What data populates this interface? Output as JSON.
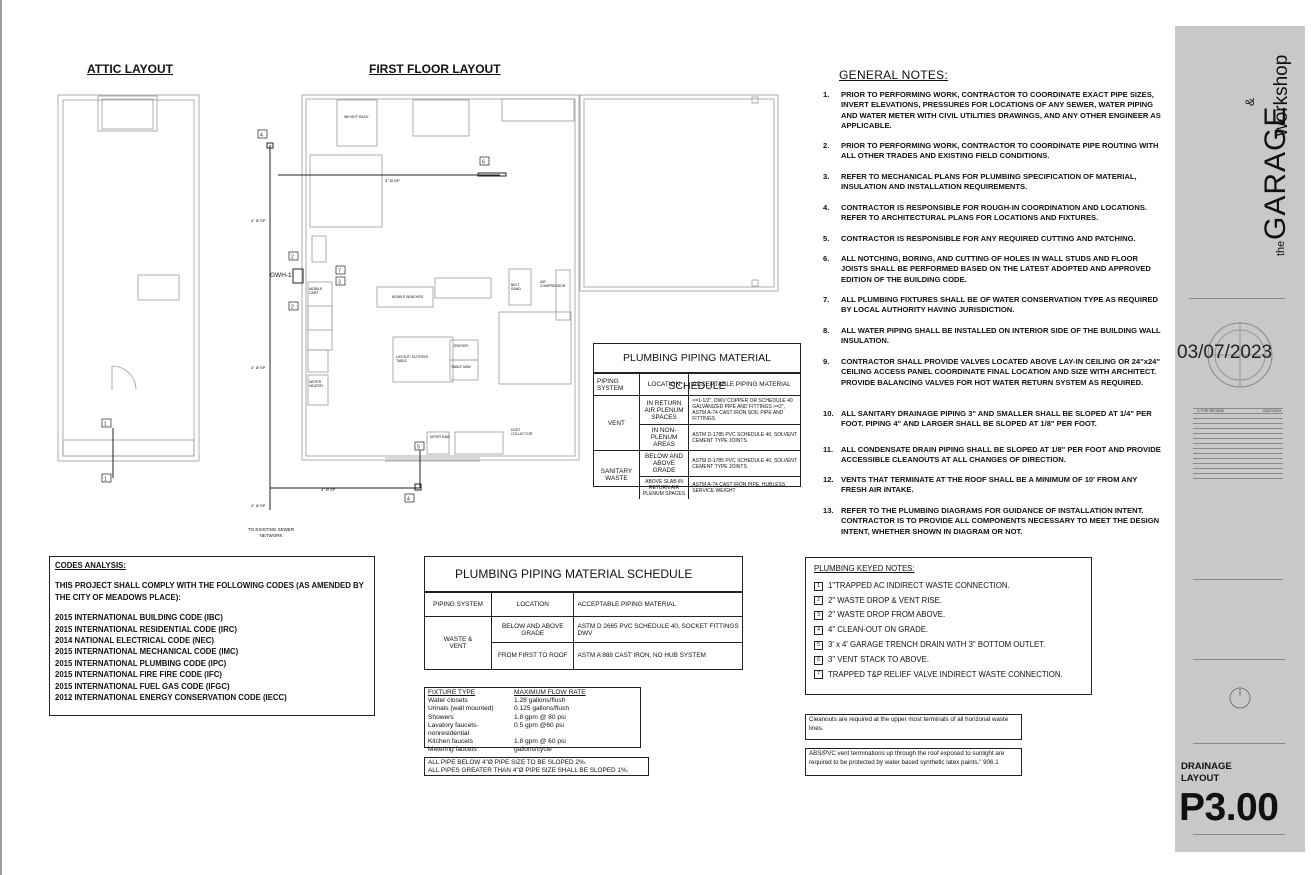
{
  "layouts": {
    "attic_title": "ATTIC LAYOUT",
    "first_floor_title": "FIRST FLOOR LAYOUT"
  },
  "drawing_labels": {
    "sewer": "TO EXISTING SEWER NETWORK",
    "gwh": "GWH-1",
    "dp3": "3\" Ø DP",
    "sp4_a": "4\" Ø SP",
    "sp4_b": "4\" Ø SP",
    "sp4_c": "4\" Ø SP",
    "sp4_d": "4\" Ø SP",
    "room_weight_rack": "WEIGHT RACK",
    "room_mobile_benches": "MOBILE BENCHES",
    "room_layout_outfeed": "LAYOUT/ OUTFEED TABLE",
    "room_jointer": "JOINTER",
    "room_table_saw": "TABLE SAW",
    "room_miter_saw": "MITER SAW",
    "room_dust_collector": "DUST COLLECTOR",
    "room_belt_sand": "BELT SAND",
    "room_air_compressor": "AIR COMPRESSOR",
    "room_mobile_cart": "MOBILE CART",
    "room_heater": "WATER HEATER"
  },
  "general_notes": {
    "title": "GENERAL NOTES:",
    "items": [
      {
        "num": "1.",
        "text": "PRIOR TO PERFORMING WORK, CONTRACTOR TO COORDINATE EXACT PIPE SIZES, INVERT ELEVATIONS, PRESSURES FOR LOCATIONS OF ANY SEWER, WATER PIPING AND WATER METER WITH CIVIL UTILITIES DRAWINGS, AND ANY OTHER ENGINEER AS APPLICABLE."
      },
      {
        "num": "2.",
        "text": "PRIOR TO PERFORMING WORK, CONTRACTOR TO COORDINATE PIPE ROUTING WITH ALL OTHER TRADES AND EXISTING FIELD CONDITIONS."
      },
      {
        "num": "3.",
        "text": "REFER TO MECHANICAL PLANS FOR PLUMBING SPECIFICATION OF MATERIAL, INSULATION AND INSTALLATION REQUIREMENTS."
      },
      {
        "num": "4.",
        "text": "CONTRACTOR IS RESPONSIBLE FOR ROUGH-IN COORDINATION AND LOCATIONS. REFER TO ARCHITECTURAL PLANS FOR LOCATIONS AND FIXTURES."
      },
      {
        "num": "5.",
        "text": "CONTRACTOR IS RESPONSIBLE FOR ANY REQUIRED CUTTING AND PATCHING."
      },
      {
        "num": "6.",
        "text": "ALL NOTCHING, BORING, AND CUTTING OF HOLES IN WALL STUDS AND FLOOR JOISTS SHALL BE PERFORMED BASED ON THE LATEST ADOPTED AND APPROVED EDITION OF THE BUILDING CODE."
      },
      {
        "num": "7.",
        "text": "ALL PLUMBING FIXTURES SHALL BE OF WATER CONSERVATION TYPE AS REQUIRED BY LOCAL AUTHORITY HAVING JURISDICTION."
      },
      {
        "num": "8.",
        "text": "ALL WATER PIPING SHALL BE INSTALLED ON INTERIOR SIDE OF THE BUILDING WALL INSULATION."
      },
      {
        "num": "9.",
        "text": "CONTRACTOR SHALL PROVIDE VALVES LOCATED ABOVE LAY-IN CEILING OR 24\"x24\" CEILING ACCESS PANEL COORDINATE FINAL LOCATION AND SIZE WITH ARCHITECT. PROVIDE BALANCING VALVES FOR HOT WATER RETURN SYSTEM AS REQUIRED."
      },
      {
        "num": "10.",
        "text": "ALL SANITARY DRAINAGE PIPING 3\" AND SMALLER SHALL BE SLOPED AT 1/4\" PER FOOT. PIPING 4\" AND LARGER SHALL BE SLOPED AT 1/8\" PER FOOT."
      },
      {
        "num": "11.",
        "text": "ALL CONDENSATE DRAIN PIPING SHALL BE SLOPED AT 1/8\" PER FOOT AND PROVIDE ACCESSIBLE CLEANOUTS AT ALL CHANGES OF DIRECTION."
      },
      {
        "num": "12.",
        "text": "VENTS THAT TERMINATE AT THE ROOF SHALL BE A MINIMUM OF 10' FROM ANY FRESH AIR INTAKE."
      },
      {
        "num": "13.",
        "text": "REFER TO THE PLUMBING DIAGRAMS FOR GUIDANCE OF INSTALLATION INTENT. CONTRACTOR IS TO PROVIDE ALL COMPONENTS NECESSARY TO MEET THE DESIGN INTENT, WHETHER SHOWN IN DIAGRAM OR NOT."
      }
    ]
  },
  "schedule_small": {
    "title": "PLUMBING PIPING MATERIAL SCHEDULE",
    "headers": [
      "PIPING SYSTEM",
      "LOCATION",
      "ACCEPTABLE PIPING MATERIAL"
    ],
    "vent_label": "VENT",
    "vent_rows": [
      {
        "location": "IN RETURN AIR PLENUM SPACES",
        "material": "<=1-1/2\", DWV COPPER OR SCHEDULE 40 GALVANIZED PIPE AND FITTINGS >=2\", ASTM A-74 CAST IRON SOIL PIPE AND FITTINGS"
      },
      {
        "location": "IN NON-PLENUM AREAS",
        "material": "ASTM D-1785 PVC SCHEDULE 40, SOLVENT CEMENT TYPE JOINTS"
      }
    ],
    "waste_label": "SANITARY WASTE",
    "waste_rows": [
      {
        "location": "BELOW AND ABOVE GRADE",
        "material": "ASTM D-1785 PVC SCHEDULE 40, SOLVENT CEMENT TYPE JOINTS"
      },
      {
        "location": "ABOVE SLAB IN RETURN AIR PLENUM SPACES",
        "material": "ASTM A-74 CAST IRON PIPE, HUBLESS SERVICE WEIGHT"
      }
    ]
  },
  "codes": {
    "title": "CODES ANALYSIS:",
    "intro": "THIS PROJECT SHALL COMPLY WITH THE FOLLOWING CODES (AS AMENDED BY THE CITY OF MEADOWS PLACE):",
    "items": [
      "2015 INTERNATIONAL BUILDING CODE (IBC)",
      "2015 INTERNATIONAL RESIDENTIAL CODE (IRC)",
      "2014 NATIONAL ELECTRICAL CODE (NEC)",
      "2015 INTERNATIONAL MECHANICAL CODE (IMC)",
      "2015 INTERNATIONAL PLUMBING CODE (IPC)",
      "2015 INTERNATIONAL FIRE FIRE CODE (IFC)",
      "2015 INTERNATIONAL FUEL GAS CODE (IFGC)",
      "2012 INTERNATIONAL ENERGY CONSERVATION CODE (IECC)"
    ]
  },
  "schedule_big": {
    "title": "PLUMBING PIPING MATERIAL SCHEDULE",
    "headers": [
      "PIPING SYSTEM",
      "LOCATION",
      "ACCEPTABLE PIPING MATERIAL"
    ],
    "system": "WASTE & VENT",
    "rows": [
      {
        "location": "BELOW AND ABOVE GRADE",
        "material": "ASTM D 2665 PVC SCHEDULE 40, SOCKET FITTINGS DWV"
      },
      {
        "location": "FROM FIRST TO ROOF",
        "material": "ASTM A 888 CAST IRON, NO HUB SYSTEM"
      }
    ]
  },
  "fixtures": {
    "headers": [
      "FIXTURE TYPE",
      "MAXIMUM FLOW RATE"
    ],
    "rows": [
      [
        "Water closets",
        "1.28 gallons/flush"
      ],
      [
        "Urinals (wall mounted)",
        "0.125 gallons/flush"
      ],
      [
        "Showers",
        "1.8 gpm @ 80 psi"
      ],
      [
        "Lavatory faucets-nonresidential",
        "0.5 gpm @60 psi"
      ],
      [
        "Kitchen faucets",
        "1.8 gpm @ 60 psi"
      ],
      [
        "Metering faucets",
        "gallons/cycle"
      ]
    ]
  },
  "slope_notes": [
    "ALL PIPE BELOW 4\"Ø PIPE SIZE TO BE SLOPED 2%.",
    "ALL PIPES GREATER THAN 4\"Ø PIPE SIZE SHALL BE SLOPED 1%."
  ],
  "keyed_notes": {
    "title": "PLUMBING KEYED NOTES:",
    "items": [
      {
        "num": "1",
        "text": "1\"TRAPPED AC INDIRECT WASTE CONNECTION."
      },
      {
        "num": "2",
        "text": "2\" WASTE DROP & VENT RISE."
      },
      {
        "num": "3",
        "text": "2\" WASTE DROP FROM ABOVE."
      },
      {
        "num": "4",
        "text": "4\" CLEAN-OUT ON GRADE."
      },
      {
        "num": "5",
        "text": "3' x 4' GARAGE TRENCH DRAIN WITH 3\" BOTTOM OUTLET."
      },
      {
        "num": "6",
        "text": "3\" VENT STACK TO ABOVE."
      },
      {
        "num": "7",
        "text": "TRAPPED T&P RELIEF VALVE INDIRECT WASTE CONNECTION."
      }
    ]
  },
  "cleanout_note": "Cleanouts are required at the upper most terminals of all horizonal waste lines.",
  "vent_note": "ABS/PVC vent terminations up through the roof exposed to sunlight are required to be protected by water based synthetic latex paints.\" 906.1",
  "title_block": {
    "the": "the",
    "garage": "GARAGE",
    "amp": "&",
    "workshop": "workshop",
    "date": "03/07/2023",
    "revision_label": "1. FOR REVIEW",
    "revision_date": "03/07/2023",
    "sheet_title": "DRAINAGE LAYOUT",
    "sheet_number": "P3.00"
  }
}
